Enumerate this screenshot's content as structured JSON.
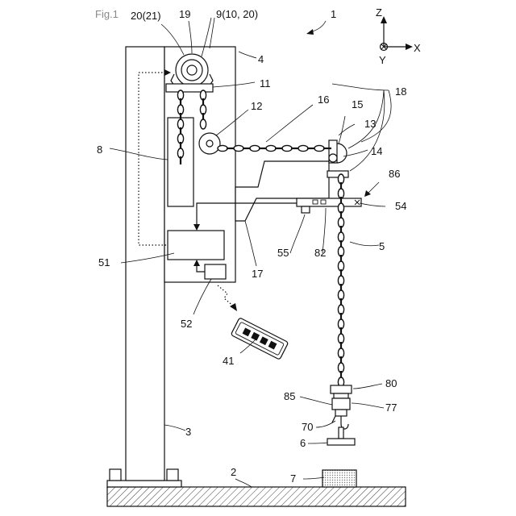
{
  "figure": {
    "title": "Fig.1",
    "axes": {
      "z": "Z",
      "x": "X",
      "y": "Y"
    },
    "labels": {
      "l1": "1",
      "l2": "2",
      "l3": "3",
      "l4": "4",
      "l5": "5",
      "l6": "6",
      "l7": "7",
      "l8": "8",
      "l9": "9(10, 20)",
      "l11": "11",
      "l12": "12",
      "l13": "13",
      "l14": "14",
      "l15": "15",
      "l16": "16",
      "l17": "17",
      "l18": "18",
      "l19": "19",
      "l20": "20(21)",
      "l41": "41",
      "l51": "51",
      "l52": "52",
      "l54": "54",
      "l55": "55",
      "l70": "70",
      "l77": "77",
      "l80": "80",
      "l82": "82",
      "l85": "85",
      "l86": "86"
    }
  }
}
